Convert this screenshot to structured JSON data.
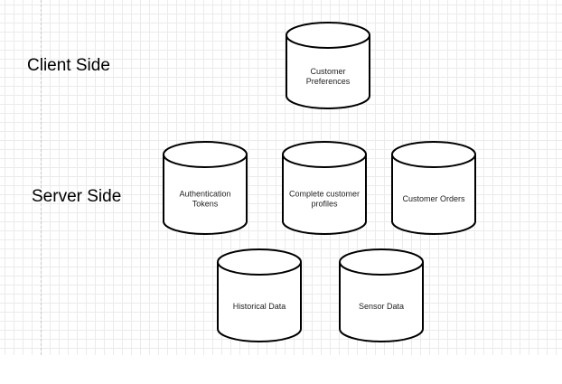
{
  "labels": {
    "client_side": "Client Side",
    "server_side": "Server Side"
  },
  "cylinders": [
    {
      "id": "customer-preferences",
      "lines": [
        "Customer",
        "Preferences"
      ]
    },
    {
      "id": "authentication-tokens",
      "lines": [
        "Authentication",
        "Tokens"
      ]
    },
    {
      "id": "complete-customer-profiles",
      "lines": [
        "Complete customer",
        "profiles"
      ]
    },
    {
      "id": "customer-orders",
      "lines": [
        "Customer Orders"
      ]
    },
    {
      "id": "historical-data",
      "lines": [
        "Historical Data"
      ]
    },
    {
      "id": "sensor-data",
      "lines": [
        "Sensor Data"
      ]
    }
  ]
}
